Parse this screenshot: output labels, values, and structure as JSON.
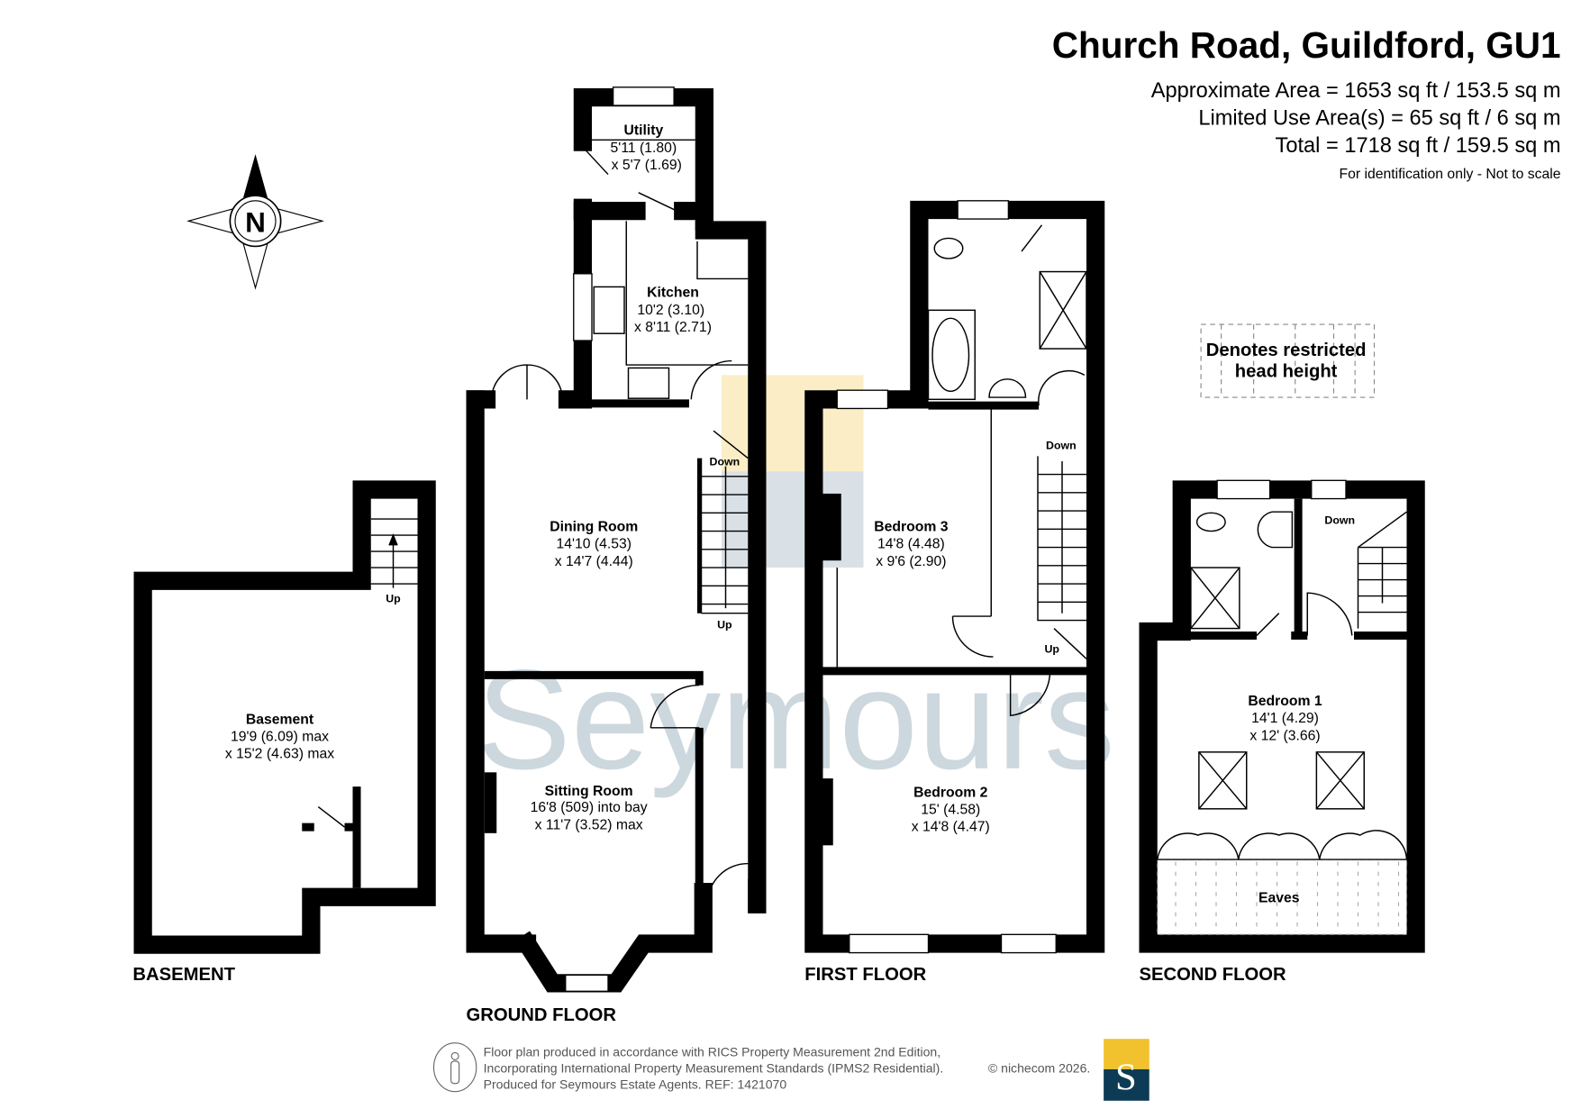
{
  "header": {
    "title": "Church Road, Guildford, GU1",
    "approx_area": "Approximate Area = 1653 sq ft / 153.5 sq m",
    "limited_use": "Limited Use Area(s) = 65 sq ft / 6 sq m",
    "total": "Total = 1718 sq ft / 159.5 sq m",
    "disclaimer": "For identification only - Not to scale"
  },
  "compass": {
    "label": "N"
  },
  "legend": {
    "line1": "Denotes restricted",
    "line2": "head height"
  },
  "watermark": {
    "text": "Seymours"
  },
  "floors": {
    "basement": "BASEMENT",
    "ground": "GROUND FLOOR",
    "first": "FIRST FLOOR",
    "second": "SECOND FLOOR"
  },
  "rooms": {
    "basement": {
      "name": "Basement",
      "dim1": "19'9 (6.09) max",
      "dim2": "x 15'2 (4.63) max"
    },
    "utility": {
      "name": "Utility",
      "dim1": "5'11 (1.80)",
      "dim2": "x 5'7 (1.69)"
    },
    "kitchen": {
      "name": "Kitchen",
      "dim1": "10'2 (3.10)",
      "dim2": "x 8'11 (2.71)"
    },
    "dining": {
      "name": "Dining Room",
      "dim1": "14'10 (4.53)",
      "dim2": "x 14'7 (4.44)"
    },
    "sitting": {
      "name": "Sitting Room",
      "dim1": "16'8 (509) into bay",
      "dim2": "x 11'7 (3.52) max"
    },
    "bedroom3": {
      "name": "Bedroom 3",
      "dim1": "14'8 (4.48)",
      "dim2": "x 9'6 (2.90)"
    },
    "bedroom2": {
      "name": "Bedroom 2",
      "dim1": "15' (4.58)",
      "dim2": "x 14'8 (4.47)"
    },
    "bedroom1": {
      "name": "Bedroom 1",
      "dim1": "14'1 (4.29)",
      "dim2": "x 12' (3.66)"
    },
    "eaves": {
      "name": "Eaves"
    }
  },
  "stairs": {
    "basement_up": "Up",
    "ground_down": "Down",
    "ground_up": "Up",
    "first_down": "Down",
    "first_up": "Up",
    "second_down": "Down"
  },
  "footer": {
    "line1": "Floor plan produced in accordance with RICS Property Measurement 2nd Edition,",
    "line2": "Incorporating International Property Measurement Standards (IPMS2 Residential).",
    "copyright": "© nichecom 2026.",
    "line3": "Produced for Seymours Estate Agents.   REF: 1421070",
    "logo_letter": "S"
  },
  "colors": {
    "logo_yellow": "#f2c12e",
    "logo_navy": "#0d3b55",
    "watermark": "#c8d3db"
  }
}
